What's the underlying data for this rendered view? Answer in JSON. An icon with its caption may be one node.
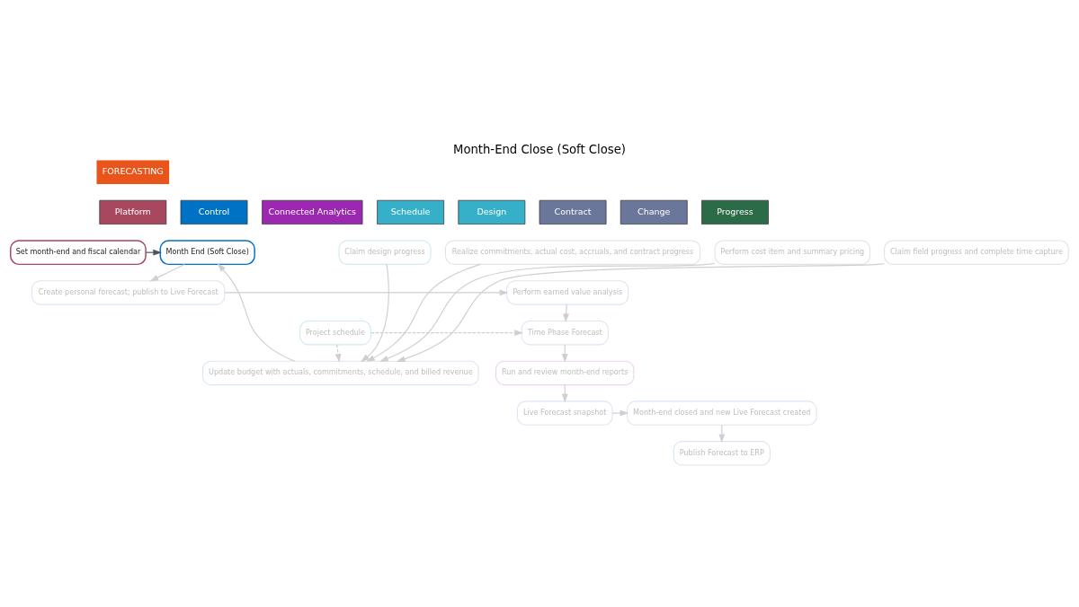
{
  "diagram": {
    "title": "Month-End Close (Soft Close)",
    "nodes": [
      {
        "text": [
          "Platform"
        ]
      },
      {
        "text": [
          "Control"
        ]
      },
      {
        "text": [
          "Connected Analytics"
        ]
      },
      {
        "text": [
          "Schedule"
        ]
      },
      {
        "text": [
          "Design"
        ]
      },
      {
        "text": [
          "Contract"
        ]
      },
      {
        "text": [
          "Change"
        ]
      },
      {
        "text": [
          "Progress"
        ]
      },
      {
        "text": [
          "Claim design progress"
        ]
      },
      {
        "text": [
          "Realize commitments, actual cost, accruals, and contract progress"
        ]
      },
      {
        "text": [
          "Perform cost item and summary pricing"
        ]
      },
      {
        "text": [
          "Claim field progress and complete time capture"
        ]
      },
      {
        "text": [
          "Update budget with actuals, commitments, schedule, and billed revenue"
        ]
      },
      {
        "text": [
          "Set month-end and fiscal calendar"
        ]
      },
      {
        "text": [
          "Month End (Soft Close)"
        ]
      },
      {
        "text": [
          "Create personal forecast; publish to Live Forecast"
        ]
      },
      {
        "text": [
          "Perform earned value analysis"
        ]
      },
      {
        "text": [
          "Time Phase Forecast"
        ]
      },
      {
        "text": [
          "Project schedule"
        ]
      },
      {
        "text": [
          "Run and review month-end reports"
        ]
      },
      {
        "text": [
          "Live Forecast snapshot"
        ]
      },
      {
        "text": [
          "Month-end closed and new Live Forecast created"
        ]
      },
      {
        "text": [
          "Publish Forecast to ERP"
        ]
      }
    ],
    "edges": [
      {
        "from": 8,
        "to": 12,
        "arrow": "to"
      },
      {
        "from": 9,
        "to": 12,
        "arrow": "to"
      },
      {
        "from": 10,
        "to": 12,
        "arrow": "to"
      },
      {
        "from": 11,
        "to": 12,
        "arrow": "to"
      },
      {
        "from": 18,
        "to": 12,
        "arrow": "to",
        "style": "dashed"
      },
      {
        "from": 12,
        "to": 14,
        "arrow": "to"
      },
      {
        "from": 13,
        "to": 14,
        "arrow": "to",
        "color": "#4d5560"
      },
      {
        "from": 14,
        "to": 15,
        "arrow": "to"
      },
      {
        "from": 15,
        "to": 16,
        "arrow": "to"
      },
      {
        "from": 16,
        "to": 17,
        "arrow": "to"
      },
      {
        "from": 18,
        "to": 17,
        "arrow": "to",
        "style": "dashed"
      },
      {
        "from": 17,
        "to": 19,
        "arrow": "to"
      },
      {
        "from": 19,
        "to": 20,
        "arrow": "to"
      },
      {
        "from": 20,
        "to": 21,
        "arrow": "to"
      },
      {
        "from": 21,
        "to": 22,
        "arrow": "to"
      }
    ],
    "labels": [
      "FORECASTING"
    ]
  }
}
